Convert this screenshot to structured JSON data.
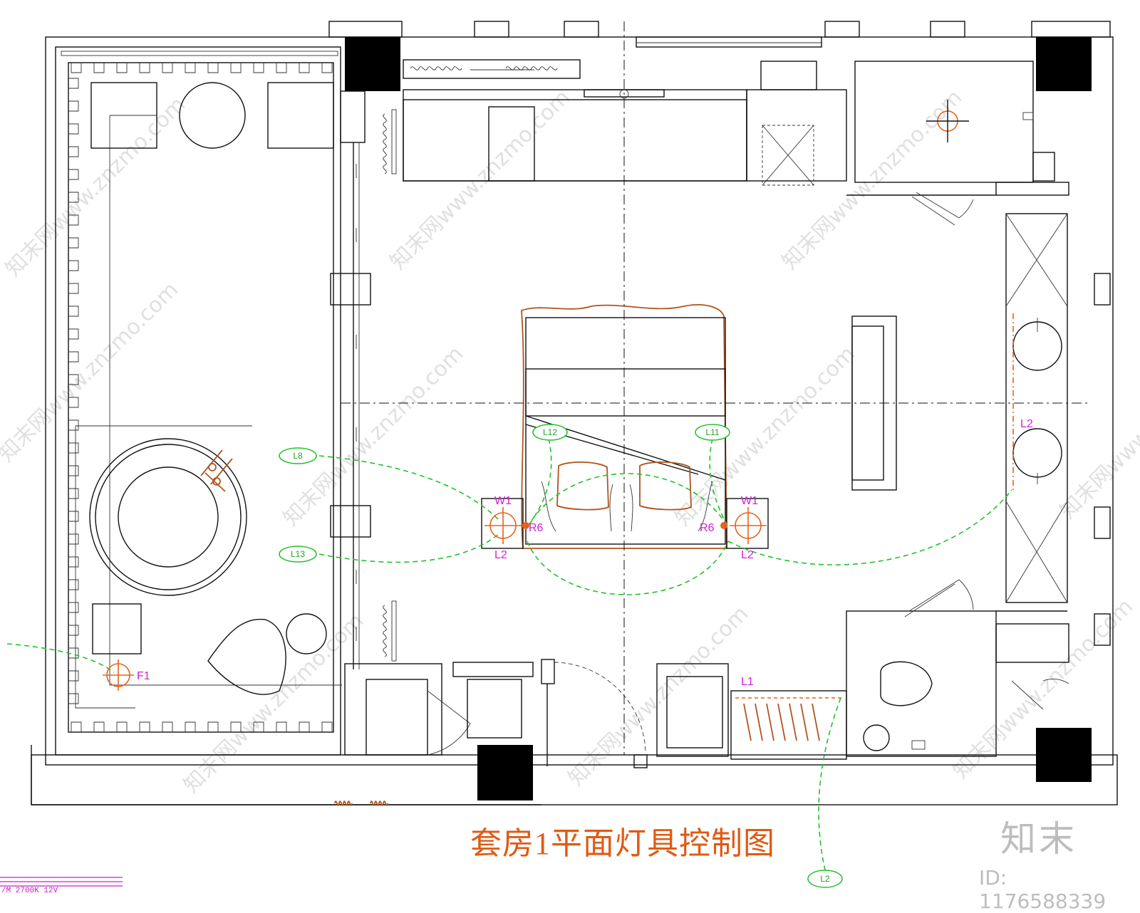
{
  "drawing_title": "套房1平面灯具控制图",
  "brand_logo": "知末",
  "image_id": "ID: 1176588339",
  "legend_note": "/M 2700K 12V",
  "watermark_text": "知末网www.znzmo.com",
  "circuit_tags": {
    "l8": "L8",
    "l12": "L12",
    "l11": "L11",
    "l13": "L13",
    "l2_bottom": "L2"
  },
  "fixture_labels": {
    "w1_left": "W1",
    "w1_right": "W1",
    "r6_left": "R6",
    "r6_right": "R6",
    "l2_left": "L2",
    "l2_right": "L2",
    "l2_vanity": "L2",
    "l1_closet": "L1",
    "f1_lounge": "F1"
  },
  "colors": {
    "circuit": "#22c22a",
    "fixture_label": "#d21fd2",
    "title": "#e05a14",
    "furniture_highlight": "#b1541e"
  }
}
